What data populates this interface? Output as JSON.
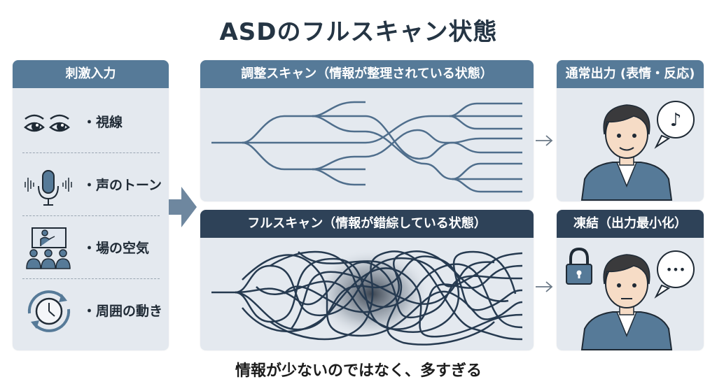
{
  "title": "ASDのフルスキャン状態",
  "colors": {
    "header_mid": "#567a98",
    "header_dark": "#2e4258",
    "panel_bg": "#e4e9ef",
    "line_calm": "#4f6e8c",
    "line_tangled": "#263a50"
  },
  "input_panel": {
    "header": "刺激入力",
    "items": [
      {
        "icon": "eyes-icon",
        "label": "・視線"
      },
      {
        "icon": "microphone-icon",
        "label": "・声のトーン"
      },
      {
        "icon": "presentation-audience-icon",
        "label": "・場の空気"
      },
      {
        "icon": "clock-cycle-icon",
        "label": "・周囲の動き"
      }
    ]
  },
  "adjusted_panel": {
    "header": "調整スキャン（情報が整理されている状態）"
  },
  "full_panel": {
    "header": "フルスキャン（情報が錯綜している状態）"
  },
  "normal_output_panel": {
    "header": "通常出力 (表情・反応)",
    "bubble": "♪"
  },
  "freeze_panel": {
    "header": "凍結（出力最小化）",
    "bubble": "•••"
  },
  "footer": "情報が少ないのではなく、多すぎる"
}
